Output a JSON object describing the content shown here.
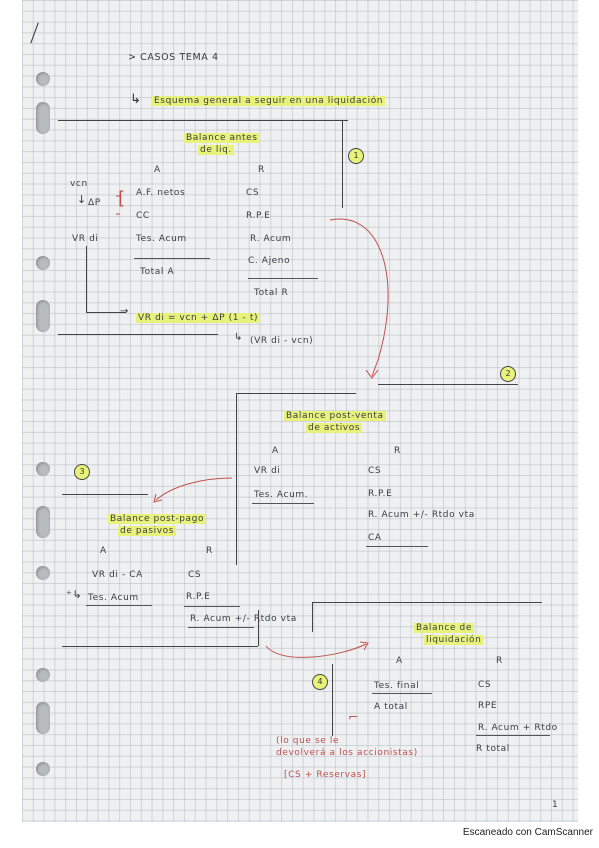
{
  "header": {
    "title": "> CASOS TEMA 4",
    "heading": "Esquema general a seguir en una liquidación"
  },
  "step_numbers": [
    "1",
    "2",
    "3",
    "4"
  ],
  "section1": {
    "title_line1": "Balance antes",
    "title_line2": "de liq.",
    "col_a": "A",
    "col_r": "R",
    "vcn": "vcn",
    "delta_p": "ΔP",
    "vr_di": "VR di",
    "rows_a": [
      "A.F. netos",
      "CC",
      "Tes. Acum",
      "Total A"
    ],
    "rows_r": [
      "CS",
      "R.P.E",
      "R. Acum",
      "C. Ajeno",
      "Total R"
    ],
    "formula": "VR di = vcn + ΔP (1 - t)",
    "sub_formula": "(VR di - vcn)"
  },
  "section2": {
    "title_line1": "Balance post-venta",
    "title_line2": "de activos",
    "col_a": "A",
    "col_r": "R",
    "rows_a": [
      "VR di",
      "Tes. Acum."
    ],
    "rows_r": [
      "CS",
      "R.P.E",
      "R. Acum +/- Rtdo vta",
      "CA"
    ]
  },
  "section3": {
    "title_line1": "Balance post-pago",
    "title_line2": "de pasivos",
    "col_a": "A",
    "col_r": "R",
    "rows_a": [
      "VR di - CA",
      "Tes. Acum"
    ],
    "rows_r": [
      "CS",
      "R.P.E",
      "R. Acum +/- Rtdo vta"
    ]
  },
  "section4": {
    "title_line1": "Balance de",
    "title_line2": "liquidación",
    "col_a": "A",
    "col_r": "R",
    "rows_a": [
      "Tes. final",
      "A total"
    ],
    "rows_r": [
      "CS",
      "RPE",
      "R. Acum + Rtdo",
      "R total"
    ],
    "note_line1": "(lo que se le",
    "note_line2": "devolverá a los accionistas)",
    "note_line3": "[CS + Reservas]"
  },
  "page_number": "1",
  "footer": "Escaneado con CamScanner"
}
